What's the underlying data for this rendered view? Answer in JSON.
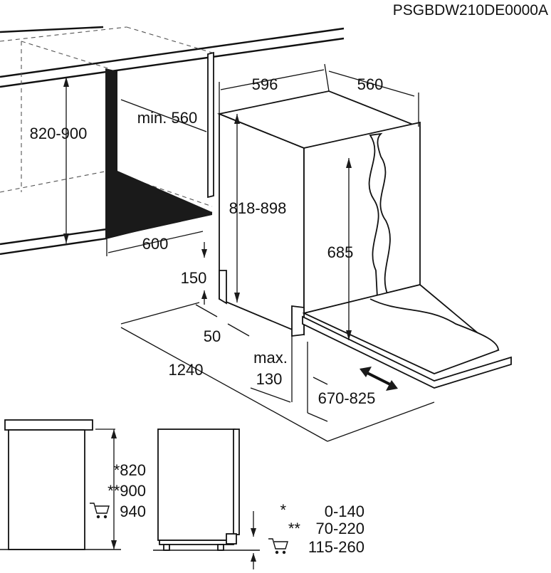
{
  "model_code": "PSGBDW210DE0000A",
  "dimensions": {
    "cabinet_depth": "596",
    "appliance_depth": "560",
    "niche_height": "820-900",
    "min_niche_depth": "min. 560",
    "appliance_height": "818-898",
    "niche_width": "600",
    "door_height": "685",
    "plinth_height": "150",
    "plinth_gap": "50",
    "total_depth": "1240",
    "max_label": "max.",
    "max_value": "130",
    "door_opening": "670-825"
  },
  "height_table": {
    "small_labels": [
      "*820",
      "**900",
      "940"
    ],
    "rows": [
      {
        "marker": "*",
        "value": "0-140"
      },
      {
        "marker": "**",
        "value": "70-220"
      },
      {
        "marker": "",
        "value": "115-260"
      }
    ]
  },
  "icons": [
    "cart-icon",
    "cart-icon-2",
    "double-arrow-icon"
  ]
}
